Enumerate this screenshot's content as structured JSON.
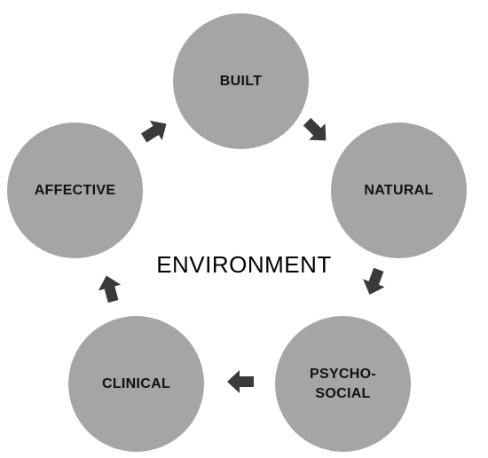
{
  "diagram": {
    "center_title": "ENVIRONMENT",
    "nodes": [
      {
        "id": "built",
        "label": "BUILT"
      },
      {
        "id": "natural",
        "label": "NATURAL"
      },
      {
        "id": "psycho_social",
        "label": "PSYCHO-\nSOCIAL"
      },
      {
        "id": "clinical",
        "label": "CLINICAL"
      },
      {
        "id": "affective",
        "label": "AFFECTIVE"
      }
    ],
    "edges": [
      {
        "from": "built",
        "to": "natural"
      },
      {
        "from": "natural",
        "to": "psycho_social"
      },
      {
        "from": "psycho_social",
        "to": "clinical"
      },
      {
        "from": "clinical",
        "to": "affective"
      },
      {
        "from": "affective",
        "to": "built"
      }
    ],
    "colors": {
      "node_fill": "#a5a5a5",
      "arrow_fill": "#3a3a3a",
      "text": "#111111"
    }
  }
}
